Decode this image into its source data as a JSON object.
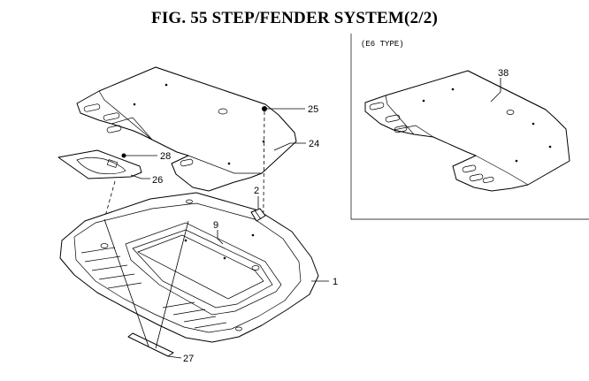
{
  "title": "FIG. 55  STEP/FENDER SYSTEM(2/2)",
  "variant_label": "(E6 TYPE)",
  "callouts": {
    "c1": "1",
    "c2": "2",
    "c9": "9",
    "c24": "24",
    "c25": "25",
    "c26": "26",
    "c27": "27",
    "c28": "28",
    "c38": "38"
  }
}
